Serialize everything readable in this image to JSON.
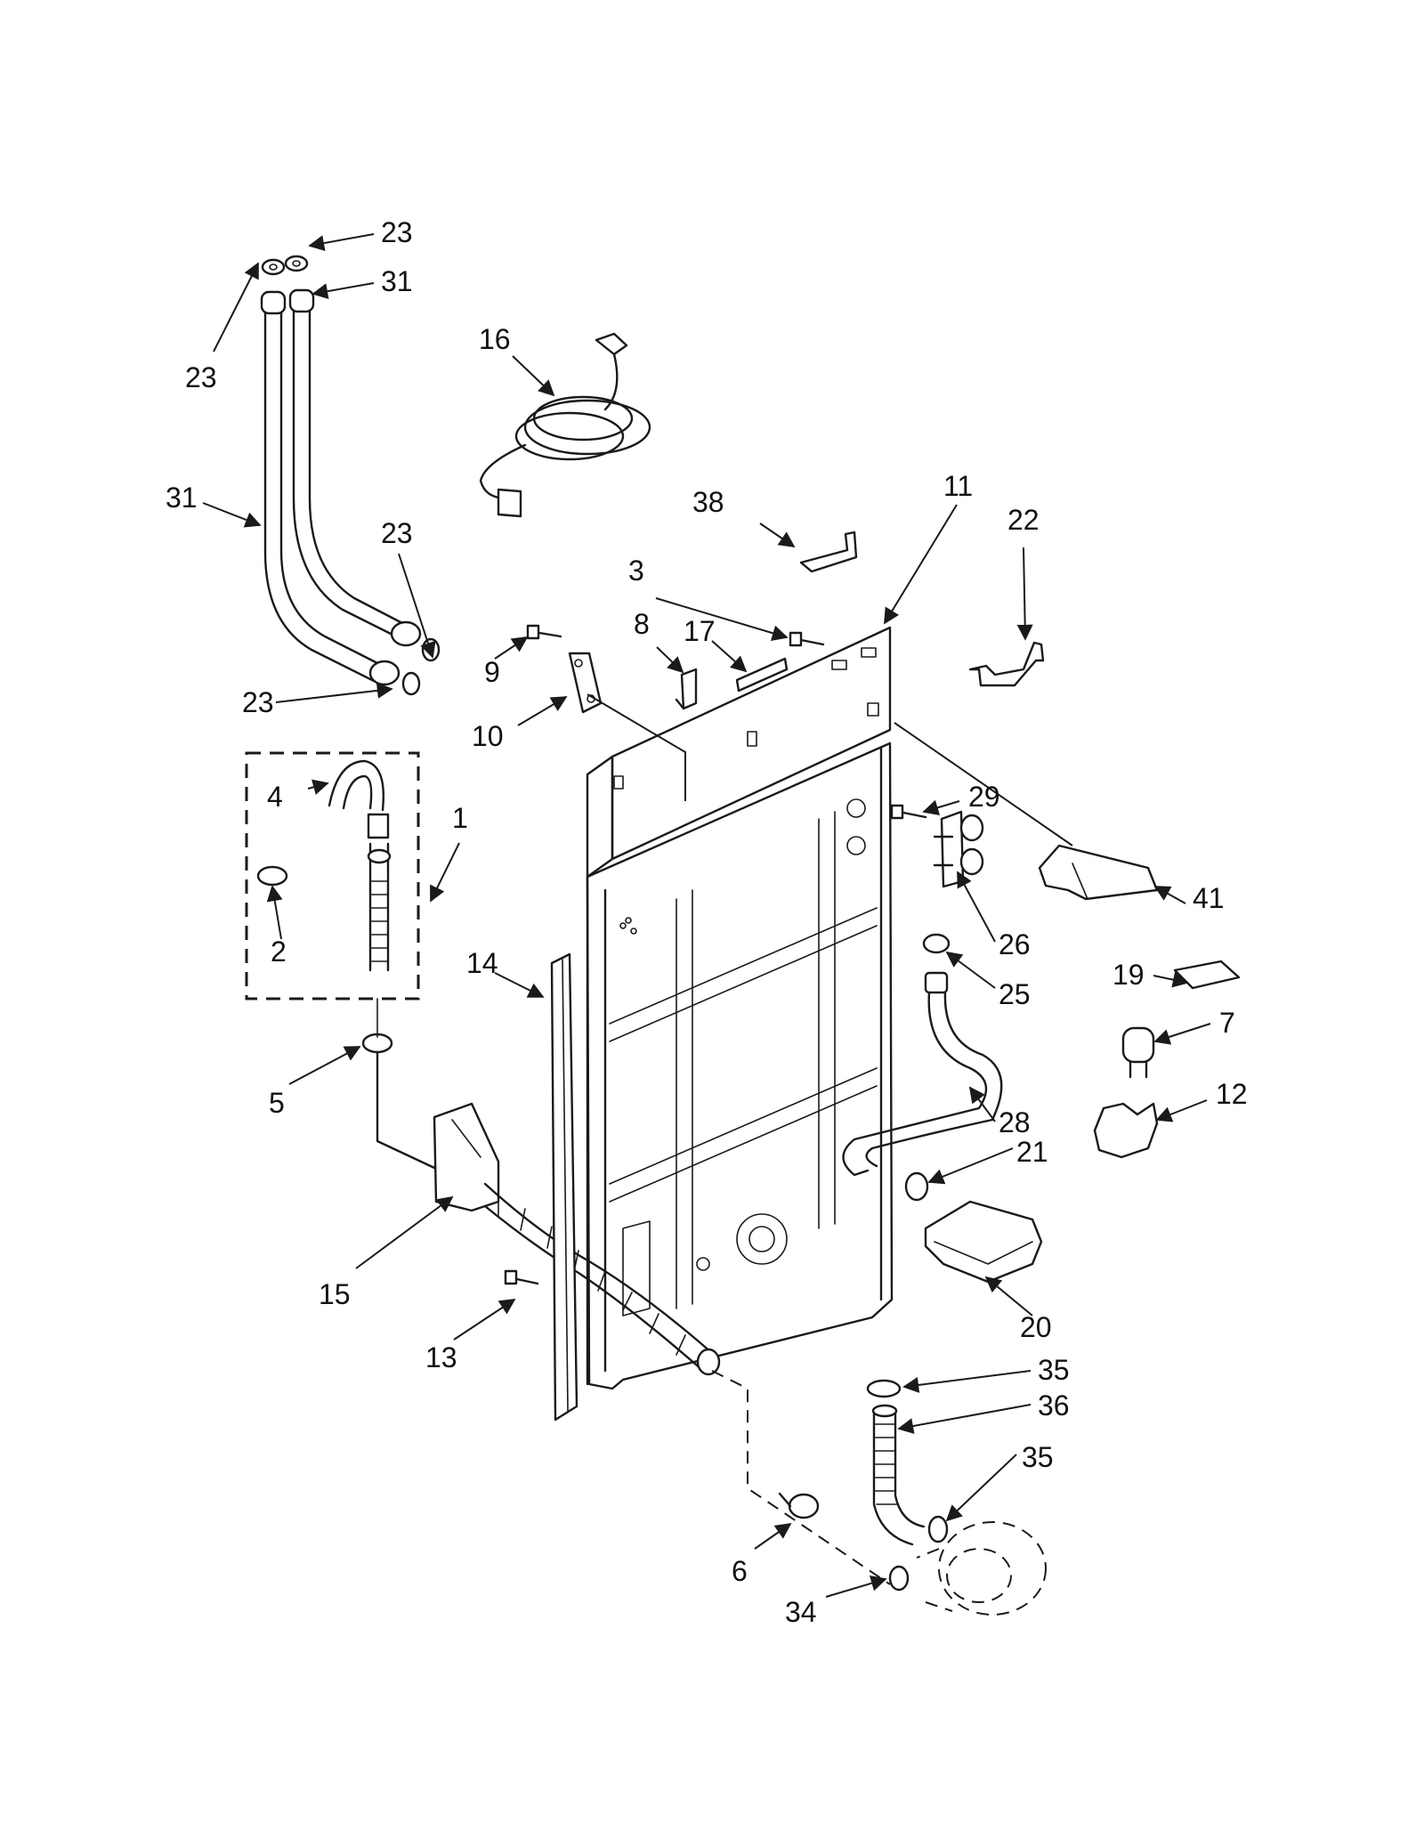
{
  "callouts": {
    "c1": "1",
    "c2": "2",
    "c3": "3",
    "c4": "4",
    "c5": "5",
    "c6": "6",
    "c7": "7",
    "c8": "8",
    "c9": "9",
    "c10": "10",
    "c11": "11",
    "c12": "12",
    "c13": "13",
    "c14": "14",
    "c15": "15",
    "c16": "16",
    "c17": "17",
    "c19": "19",
    "c20": "20",
    "c21": "21",
    "c22": "22",
    "c23a": "23",
    "c23b": "23",
    "c23c": "23",
    "c23d": "23",
    "c25": "25",
    "c26": "26",
    "c28": "28",
    "c29": "29",
    "c31a": "31",
    "c31b": "31",
    "c34": "34",
    "c35a": "35",
    "c35b": "35",
    "c36": "36",
    "c38": "38",
    "c41": "41"
  }
}
